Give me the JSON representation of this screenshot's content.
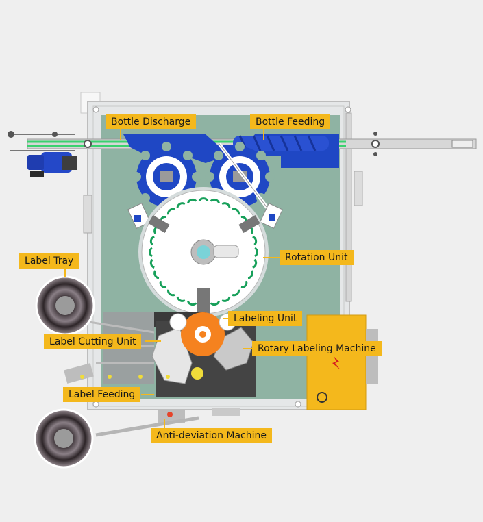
{
  "labels": {
    "bottle_discharge": "Bottle Discharge",
    "bottle_feeding": "Bottle Feeding",
    "rotation_unit": "Rotation Unit",
    "label_tray": "Label Tray",
    "labeling_unit": "Labeling Unit",
    "label_cutting_unit": "Label Cutting Unit",
    "rotary_labeling_machine": "Rotary Labeling Machine",
    "label_feeding": "Label Feeding",
    "anti_deviation_machine": "Anti-deviation Machine"
  },
  "colors": {
    "background": "#efefef",
    "machine_bed": "#8fb3a3",
    "frame": "#d9dcdd",
    "star_wheel": "#1f47c4",
    "label_drum": "#f5821f",
    "control_cabinet": "#f4b81c",
    "label_tag": "#f4b81c",
    "conveyor_belt": "#3bd16f",
    "pocket_ring": "#17a05a"
  }
}
